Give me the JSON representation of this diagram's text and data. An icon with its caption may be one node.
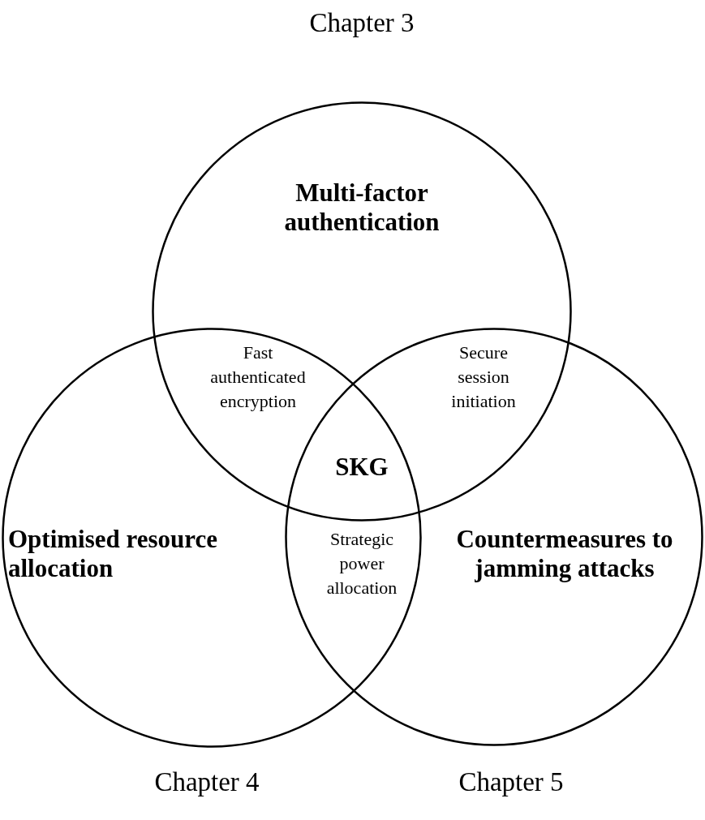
{
  "diagram": {
    "nodes": [
      {
        "text": [
          "Multi-factor authentication"
        ],
        "beside": [
          "Chapter 3"
        ]
      },
      {
        "text": [
          "Optimised resource allocation"
        ],
        "beside": [
          "Chapter 4"
        ]
      },
      {
        "text": [
          "Countermeasures to jamming attacks"
        ],
        "beside": [
          "Chapter 5"
        ]
      }
    ],
    "edges": [],
    "labels": [
      "Fast authenticated encryption",
      "Secure session initiation",
      "SKG",
      "Strategic power allocation"
    ]
  }
}
